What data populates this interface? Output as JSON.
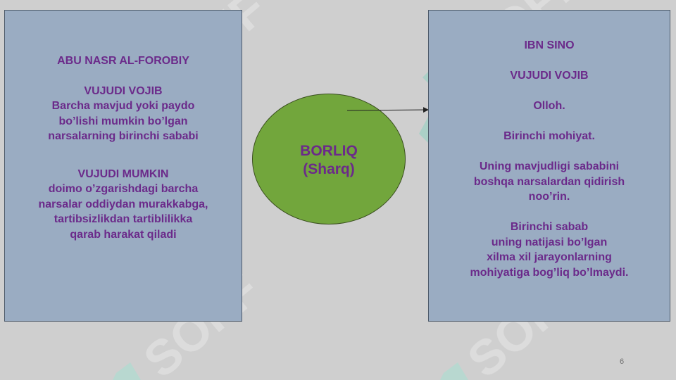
{
  "slide": {
    "left_panel": {
      "title": "ABU NASR AL-FOROBIY",
      "section1_heading": "VUJUDI VOJIB",
      "section1_lines": [
        "Barcha mavjud yoki paydo",
        "bo’lishi mumkin bo’lgan",
        "narsalarning birinchi sababi"
      ],
      "section2_heading": "VUJUDI MUMKIN",
      "section2_lines": [
        "doimo o’zgarishdagi barcha",
        "narsalar oddiydan murakkabga,",
        "tartibsizlikdan tartiblilikka",
        "qarab harakat qiladi"
      ]
    },
    "center": {
      "line1": "BORLIQ",
      "line2": "(Sharq)",
      "fill_color": "#72a63c"
    },
    "right_panel": {
      "title": "IBN SINO",
      "heading": "VUJUDI VOJIB",
      "item1": "Olloh.",
      "item2": "Birinchi mohiyat.",
      "paragraph1_lines": [
        "Uning mavjudligi sababini",
        "boshqa narsalardan qidirish",
        "noo’rin."
      ],
      "paragraph2_lines": [
        "Birinchi sabab",
        "uning natijasi bo’lgan",
        "xilma xil jarayonlarning",
        "mohiyatiga bog’liq bo’lmaydi."
      ]
    },
    "page_number": "6",
    "watermark_text": "SOFF",
    "colors": {
      "background": "#cfcfcf",
      "panel": "#9aacc2",
      "text": "#6b2a8a"
    }
  }
}
